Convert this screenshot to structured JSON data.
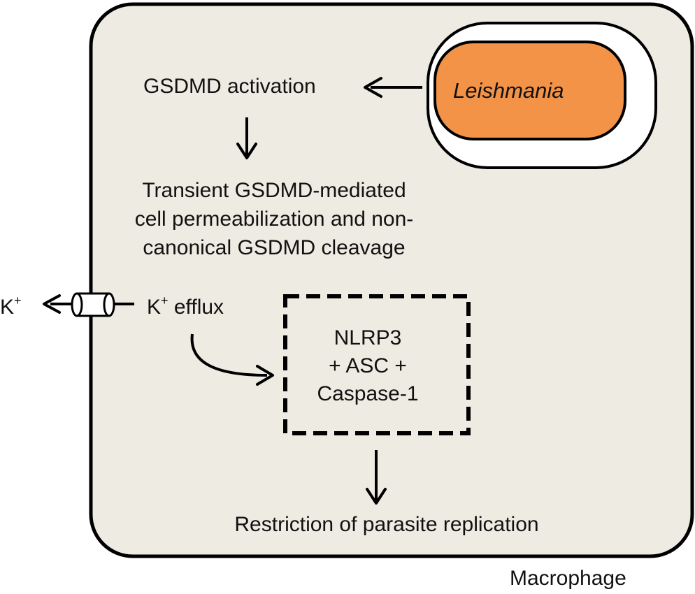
{
  "labels": {
    "gsdmd_activation": "GSDMD activation",
    "permeabilization": [
      "Transient GSDMD-mediated",
      "cell permeabilization and non-",
      "canonical GSDMD cleavage"
    ],
    "k_plus_base": "K",
    "k_plus_sup": "+",
    "efflux": "efflux",
    "inflammasome": [
      "NLRP3",
      "+ ASC +",
      "Caspase-1"
    ],
    "restriction": "Restriction of parasite replication",
    "macrophage": "Macrophage",
    "leishmania": "Leishmania"
  },
  "colors": {
    "cell_fill": "#eeebe2",
    "parasite_fill": "#f29348",
    "stroke": "#000000"
  }
}
